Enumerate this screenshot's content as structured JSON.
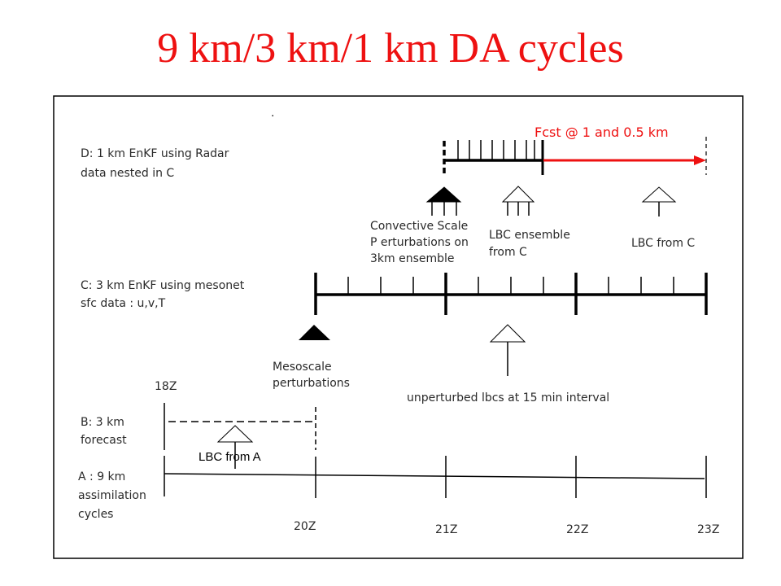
{
  "title": "9 km/3 km/1 km DA cycles",
  "colors": {
    "title": "#ee1111",
    "forecast_arrow": "#ee1111",
    "lines": "#000000"
  },
  "rows": {
    "D": {
      "line1": "D: 1 km EnKF using Radar",
      "line2": "data nested in C"
    },
    "C": {
      "line1": "C: 3 km EnKF  using mesonet",
      "line2": "sfc data :   u,v,T"
    },
    "B": {
      "line1": "B: 3 km",
      "line2": "forecast"
    },
    "A": {
      "line1": "A :  9 km",
      "line2": "assimilation",
      "line3": "cycles"
    }
  },
  "annotations": {
    "fcst": "Fcst @ 1 and 0.5 km",
    "convective": [
      "Convective Scale",
      "P erturbations  on",
      " 3km ensemble"
    ],
    "lbc_ensemble": [
      "LBC  ensemble",
      "from C"
    ],
    "lbc_from_c": "LBC from C",
    "mesoscale": [
      "Mesoscale",
      "perturbations"
    ],
    "unperturbed": "unperturbed lbcs at 15 min interval",
    "lbc_from_a": "LBC from A"
  },
  "times": {
    "t18": "18Z",
    "t20": "20Z",
    "t21": "21Z",
    "t22": "22Z",
    "t23": "23Z"
  },
  "stray_mark": "."
}
